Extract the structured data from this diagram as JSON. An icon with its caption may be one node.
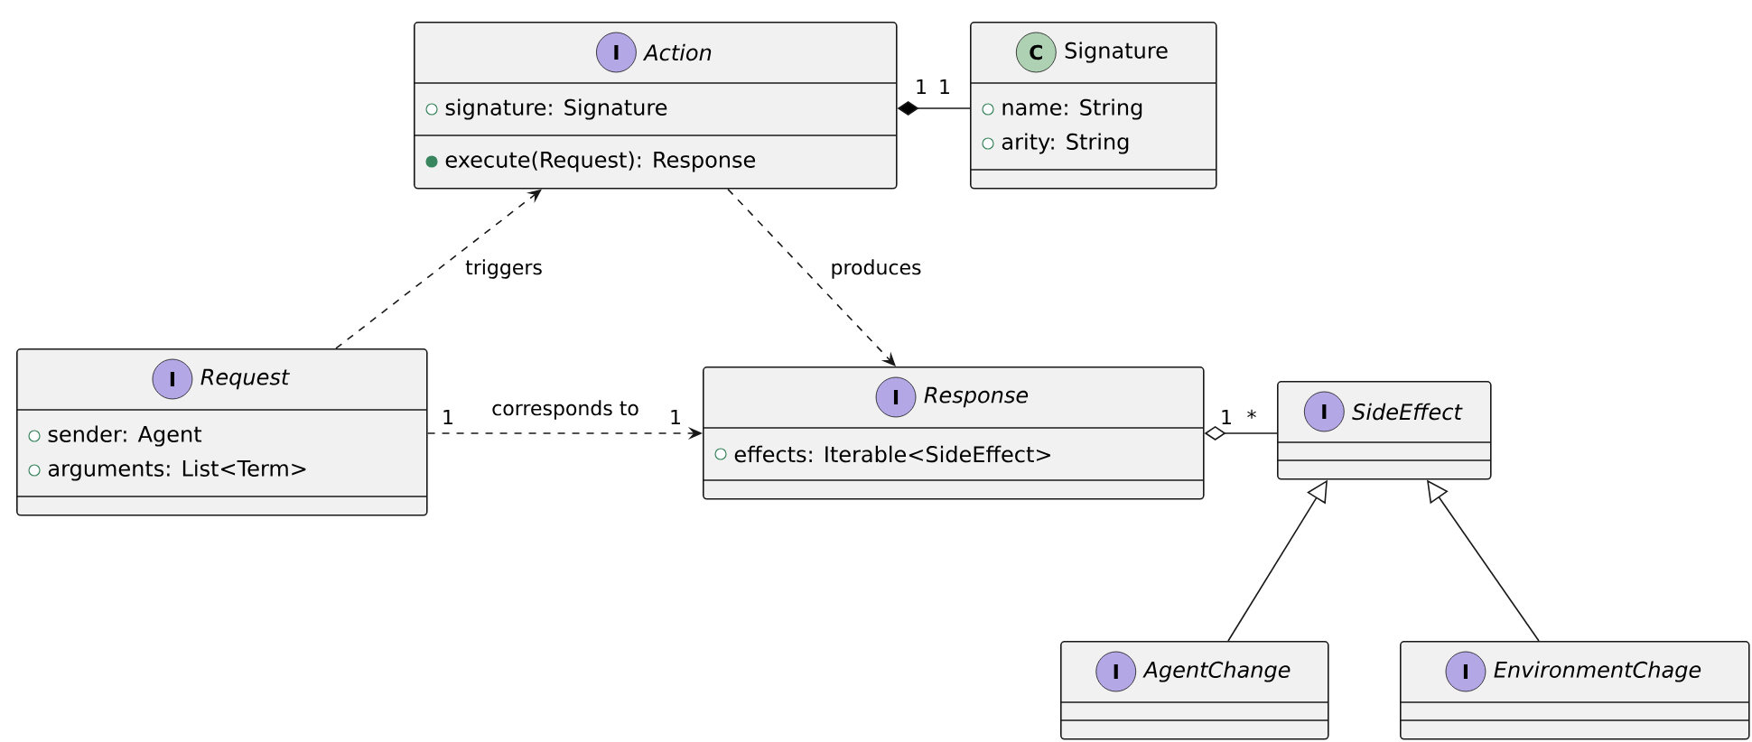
{
  "diagram": {
    "nodes": [
      {
        "text": [
          "I",
          "Action",
          "signature: Signature",
          "execute(Request): Response"
        ]
      },
      {
        "text": [
          "C",
          "Signature",
          "name: String",
          "arity: String"
        ]
      },
      {
        "text": [
          "I",
          "Request",
          "sender: Agent",
          "arguments: List<Term>"
        ]
      },
      {
        "text": [
          "I",
          "Response",
          "effects: Iterable<SideEffect>"
        ]
      },
      {
        "text": [
          "I",
          "SideEffect"
        ]
      },
      {
        "text": [
          "I",
          "AgentChange"
        ]
      },
      {
        "text": [
          "I",
          "EnvironmentChage"
        ]
      }
    ],
    "edges": [
      {
        "from": 0,
        "to": 1,
        "arrow": "other"
      },
      {
        "from": 2,
        "to": 0,
        "arrow": "to",
        "label": "triggers",
        "style": "dashed"
      },
      {
        "from": 0,
        "to": 3,
        "arrow": "to",
        "label": "produces",
        "style": "dashed"
      },
      {
        "from": 2,
        "to": 3,
        "arrow": "to",
        "label": "corresponds to",
        "style": "dashed"
      },
      {
        "from": 3,
        "to": 4,
        "arrow": "other"
      },
      {
        "from": 5,
        "to": 4,
        "arrow": "to"
      },
      {
        "from": 6,
        "to": 4,
        "arrow": "to"
      }
    ],
    "labels": [
      "1",
      "1",
      "1",
      "1",
      "1",
      "*"
    ]
  }
}
